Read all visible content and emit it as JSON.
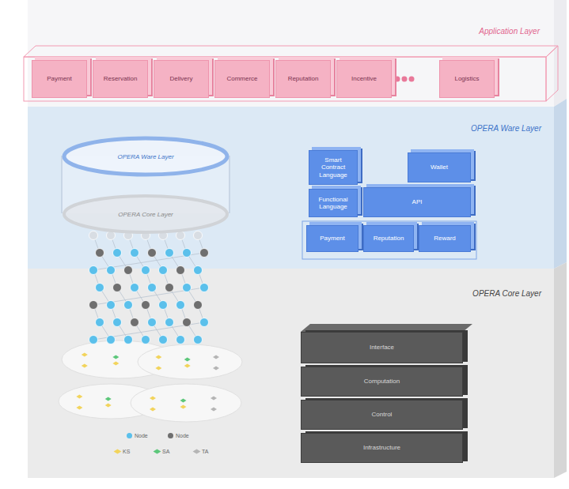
{
  "diagram": {
    "nodes": [
      {
        "text": [
          "Application Layer"
        ]
      },
      {
        "text": [
          "Payment"
        ],
        "in": 0
      },
      {
        "text": [
          "Reservation"
        ],
        "in": 0
      },
      {
        "text": [
          "Delivery"
        ],
        "in": 0
      },
      {
        "text": [
          "Commerce"
        ],
        "in": 0
      },
      {
        "text": [
          "Reputation"
        ],
        "in": 0
      },
      {
        "text": [
          "Incentive"
        ],
        "in": 0
      },
      {
        "text": [
          "Logistics"
        ],
        "in": 0
      },
      {
        "text": [
          "OPERA Ware Layer"
        ]
      },
      {
        "text": [
          "OPERA Ware Layer"
        ],
        "in": 8
      },
      {
        "text": [
          "OPERA Core Layer"
        ],
        "in": 8
      },
      {
        "text": [
          "Smart Contract Language"
        ],
        "in": 8
      },
      {
        "text": [
          "Wallet"
        ],
        "in": 8
      },
      {
        "text": [
          "Functional Language"
        ],
        "in": 8
      },
      {
        "text": [
          "API"
        ],
        "in": 8
      },
      {
        "text": [
          "Payment"
        ],
        "in": 8
      },
      {
        "text": [
          "Reputation"
        ],
        "in": 8
      },
      {
        "text": [
          "Reward"
        ],
        "in": 8
      },
      {
        "text": [
          "OPERA Core Layer"
        ]
      },
      {
        "text": [
          "Interface"
        ],
        "in": 18
      },
      {
        "text": [
          "Computation"
        ],
        "in": 18
      },
      {
        "text": [
          "Control"
        ],
        "in": 18
      },
      {
        "text": [
          "Infrastructure"
        ],
        "in": 18
      }
    ],
    "legend": [
      {
        "text": "Node",
        "color": "#5bc0eb"
      },
      {
        "text": "Node",
        "color": "#6f6f6f"
      },
      {
        "text": "KS",
        "color": "#f2d45c"
      },
      {
        "text": "SA",
        "color": "#5cc77a"
      },
      {
        "text": "TA",
        "color": "#b5b5b5"
      }
    ]
  }
}
